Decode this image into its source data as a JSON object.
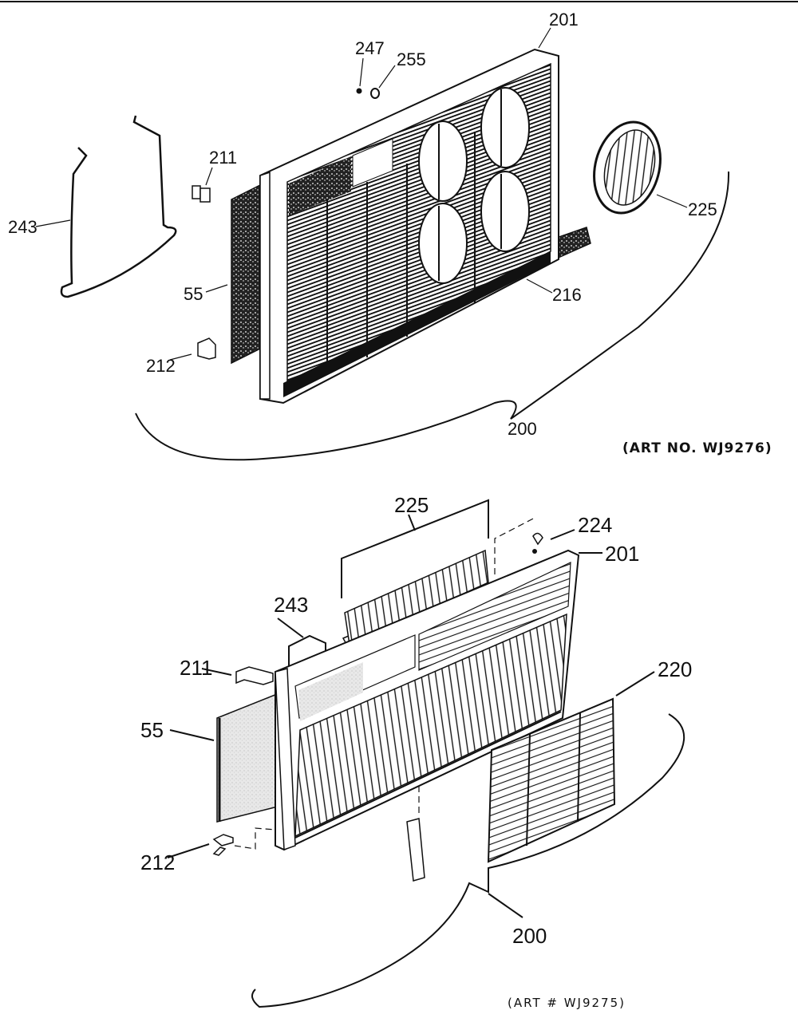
{
  "diagrams": [
    {
      "id": "upper",
      "art_caption": "(ART NO. WJ9276)",
      "callouts": [
        {
          "part": "201",
          "name": "front-frame"
        },
        {
          "part": "247",
          "name": "washer"
        },
        {
          "part": "255",
          "name": "grommet"
        },
        {
          "part": "211",
          "name": "clip"
        },
        {
          "part": "243",
          "name": "handle"
        },
        {
          "part": "55",
          "name": "filter"
        },
        {
          "part": "212",
          "name": "clip"
        },
        {
          "part": "225",
          "name": "louver-round"
        },
        {
          "part": "216",
          "name": "trim-strip"
        },
        {
          "part": "200",
          "name": "grille-assembly"
        }
      ]
    },
    {
      "id": "lower",
      "art_caption": "(ART # WJ9275)",
      "callouts": [
        {
          "part": "225",
          "name": "louver"
        },
        {
          "part": "224",
          "name": "knob"
        },
        {
          "part": "201",
          "name": "front-frame"
        },
        {
          "part": "243",
          "name": "handle"
        },
        {
          "part": "211",
          "name": "clip"
        },
        {
          "part": "220",
          "name": "grille"
        },
        {
          "part": "55",
          "name": "filter"
        },
        {
          "part": "212",
          "name": "clip"
        },
        {
          "part": "200",
          "name": "grille-assembly"
        }
      ]
    }
  ]
}
